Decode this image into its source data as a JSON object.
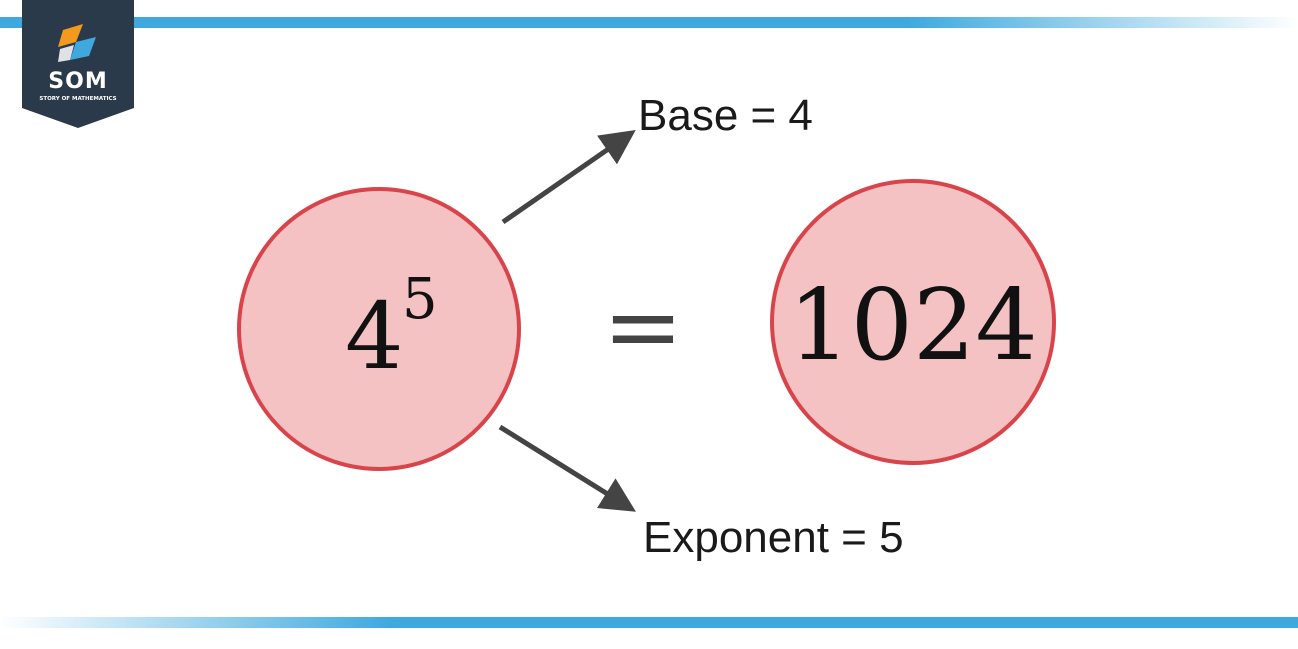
{
  "logo": {
    "text": "SOM",
    "tagline": "STORY OF MATHEMATICS",
    "badge_color": "#2b3a4a",
    "mark_orange": "#f39a1e",
    "mark_blue": "#3fa9de"
  },
  "diagram": {
    "left_circle": {
      "base": "4",
      "exponent": "5"
    },
    "equals_sign": "=",
    "right_circle": {
      "value": "1024"
    },
    "base_label": "Base = 4",
    "exponent_label": "Exponent = 5",
    "colors": {
      "circle_fill": "#f4c2c3",
      "circle_stroke": "#d9444b",
      "arrow": "#444444",
      "accent_bar": "#3fa9de"
    }
  }
}
